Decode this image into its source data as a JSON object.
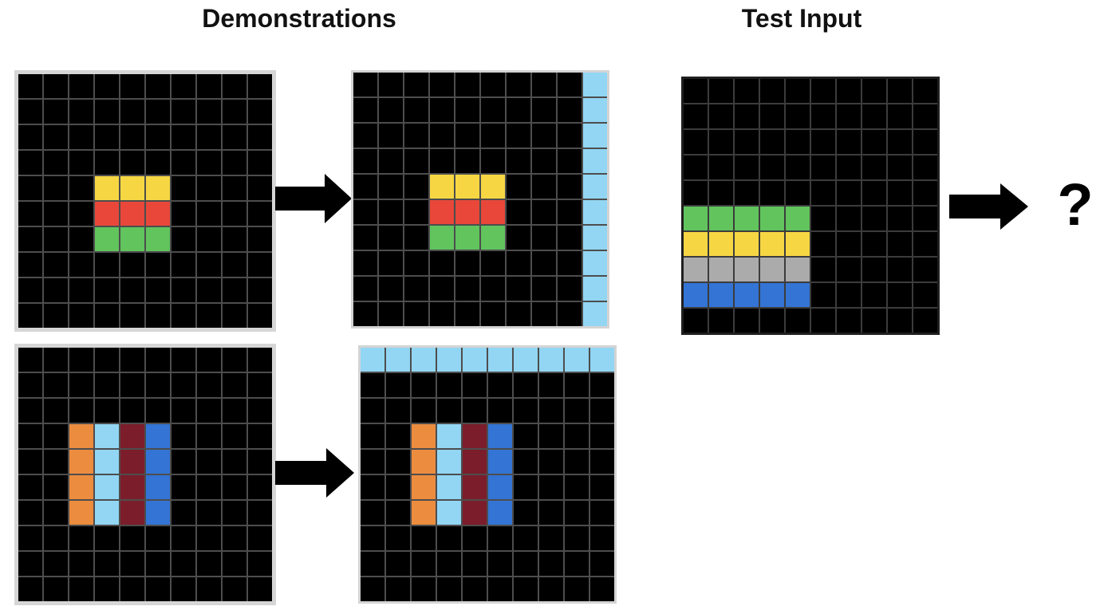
{
  "header": {
    "demonstrations_title": "Demonstrations",
    "test_input_title": "Test Input"
  },
  "question_mark": "?",
  "palette": {
    "k": "#000000",
    "y": "#F6D743",
    "r": "#E8473A",
    "g": "#61C45D",
    "o": "#EC8C3F",
    "c": "#92D6F3",
    "m": "#7C1D2B",
    "b": "#3374D4",
    "a": "#ABABAB"
  },
  "palette_legend": {
    "k": "black",
    "y": "yellow",
    "r": "red",
    "g": "green",
    "o": "orange",
    "c": "light-blue",
    "m": "maroon",
    "b": "blue",
    "a": "gray"
  },
  "grids": {
    "demo1_input": [
      "kkkkkkkkkk",
      "kkkkkkkkkk",
      "kkkkkkkkkk",
      "kkkkkkkkkk",
      "kkkyyykkkk",
      "kkkrrrkkkk",
      "kkkgggkkkk",
      "kkkkkkkkkk",
      "kkkkkkkkkk",
      "kkkkkkkkkk"
    ],
    "demo1_output": [
      "kkkkkkkkkc",
      "kkkkkkkkkc",
      "kkkkkkkkkc",
      "kkkkkkkkkc",
      "kkkyyykkkc",
      "kkkrrrkkkc",
      "kkkgggkkkc",
      "kkkkkkkkkc",
      "kkkkkkkkkc",
      "kkkkkkkkkc"
    ],
    "demo2_input": [
      "kkkkkkkkkk",
      "kkkkkkkkkk",
      "kkkkkkkkkk",
      "kkocmbkkkk",
      "kkocmbkkkk",
      "kkocmbkkkk",
      "kkocmbkkkk",
      "kkkkkkkkkk",
      "kkkkkkkkkk",
      "kkkkkkkkkk"
    ],
    "demo2_output": [
      "cccccccccc",
      "kkkkkkkkkk",
      "kkkkkkkkkk",
      "kkocmbkkkk",
      "kkocmbkkkk",
      "kkocmbkkkk",
      "kkocmbkkkk",
      "kkkkkkkkkk",
      "kkkkkkkkkk",
      "kkkkkkkkkk"
    ],
    "test_input": [
      "kkkkkkkkkk",
      "kkkkkkkkkk",
      "kkkkkkkkkk",
      "kkkkkkkkkk",
      "kkkkkkkkkk",
      "gggggkkkkk",
      "yyyyykkkkk",
      "aaaaakkkkk",
      "bbbbbkkkkk",
      "kkkkkkkkkk"
    ]
  }
}
